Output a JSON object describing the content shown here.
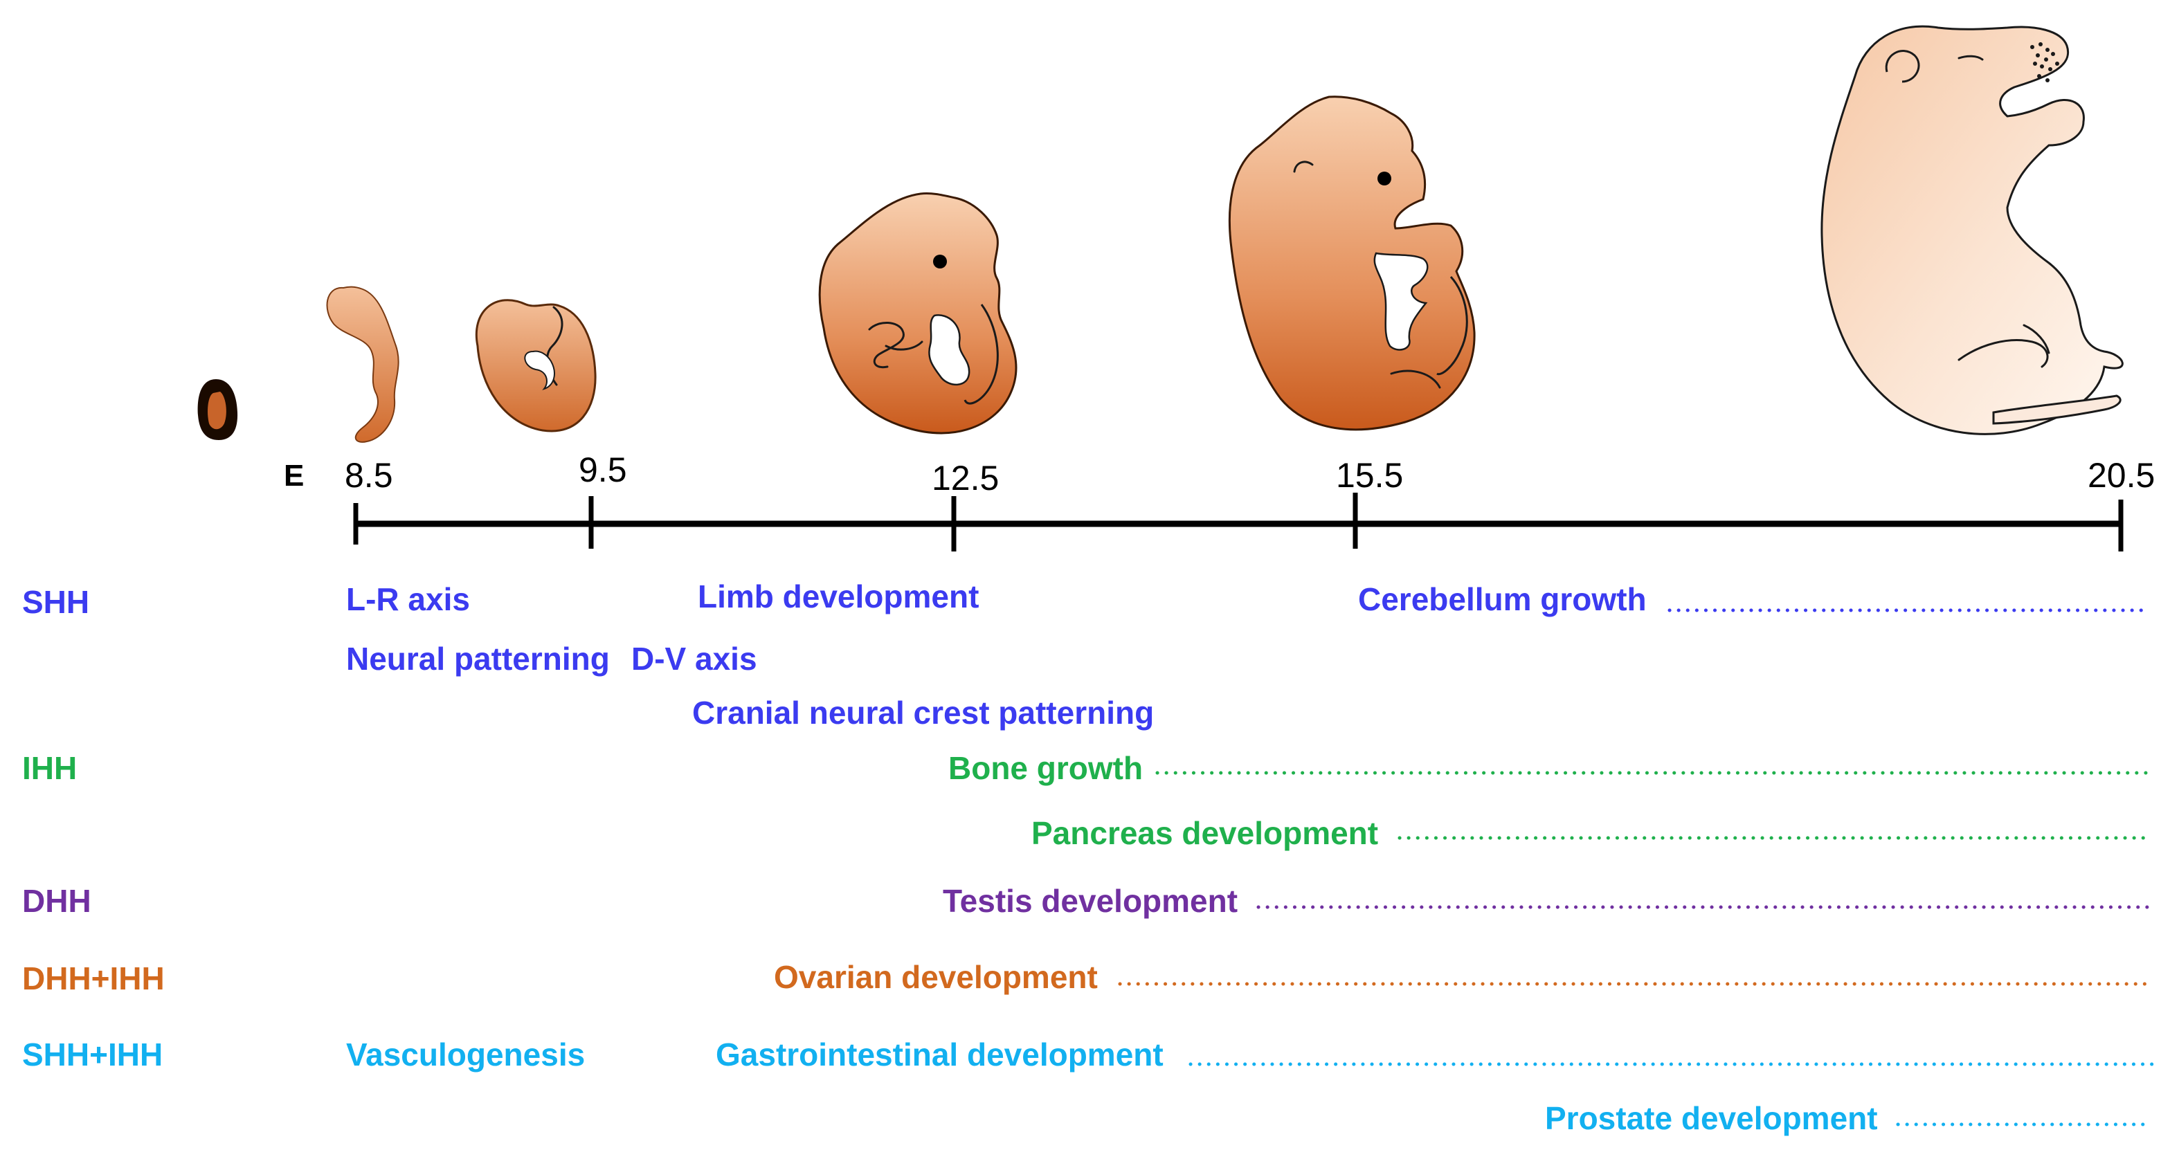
{
  "colors": {
    "shh": "#3b3bf0",
    "ihh": "#1fb04c",
    "dhh": "#7030a0",
    "dhh_ihh": "#d2691e",
    "shh_ihh": "#12b0f0"
  },
  "timeline": {
    "prefix": "E",
    "ticks": [
      "8.5",
      "9.5",
      "12.5",
      "15.5",
      "20.5"
    ]
  },
  "genes": {
    "shh": "SHH",
    "ihh": "IHH",
    "dhh": "DHH",
    "dhh_ihh": "DHH+IHH",
    "shh_ihh": "SHH+IHH"
  },
  "events": {
    "lr_axis": "L-R axis",
    "limb": "Limb development",
    "cerebellum": "Cerebellum growth",
    "neural": "Neural patterning",
    "dv_axis": "D-V axis",
    "cranial": "Cranial neural crest patterning",
    "bone": "Bone growth",
    "pancreas": "Pancreas development",
    "testis": "Testis development",
    "ovarian": "Ovarian development",
    "vasculo": "Vasculogenesis",
    "gastro": "Gastrointestinal development",
    "prostate": "Prostate development"
  }
}
